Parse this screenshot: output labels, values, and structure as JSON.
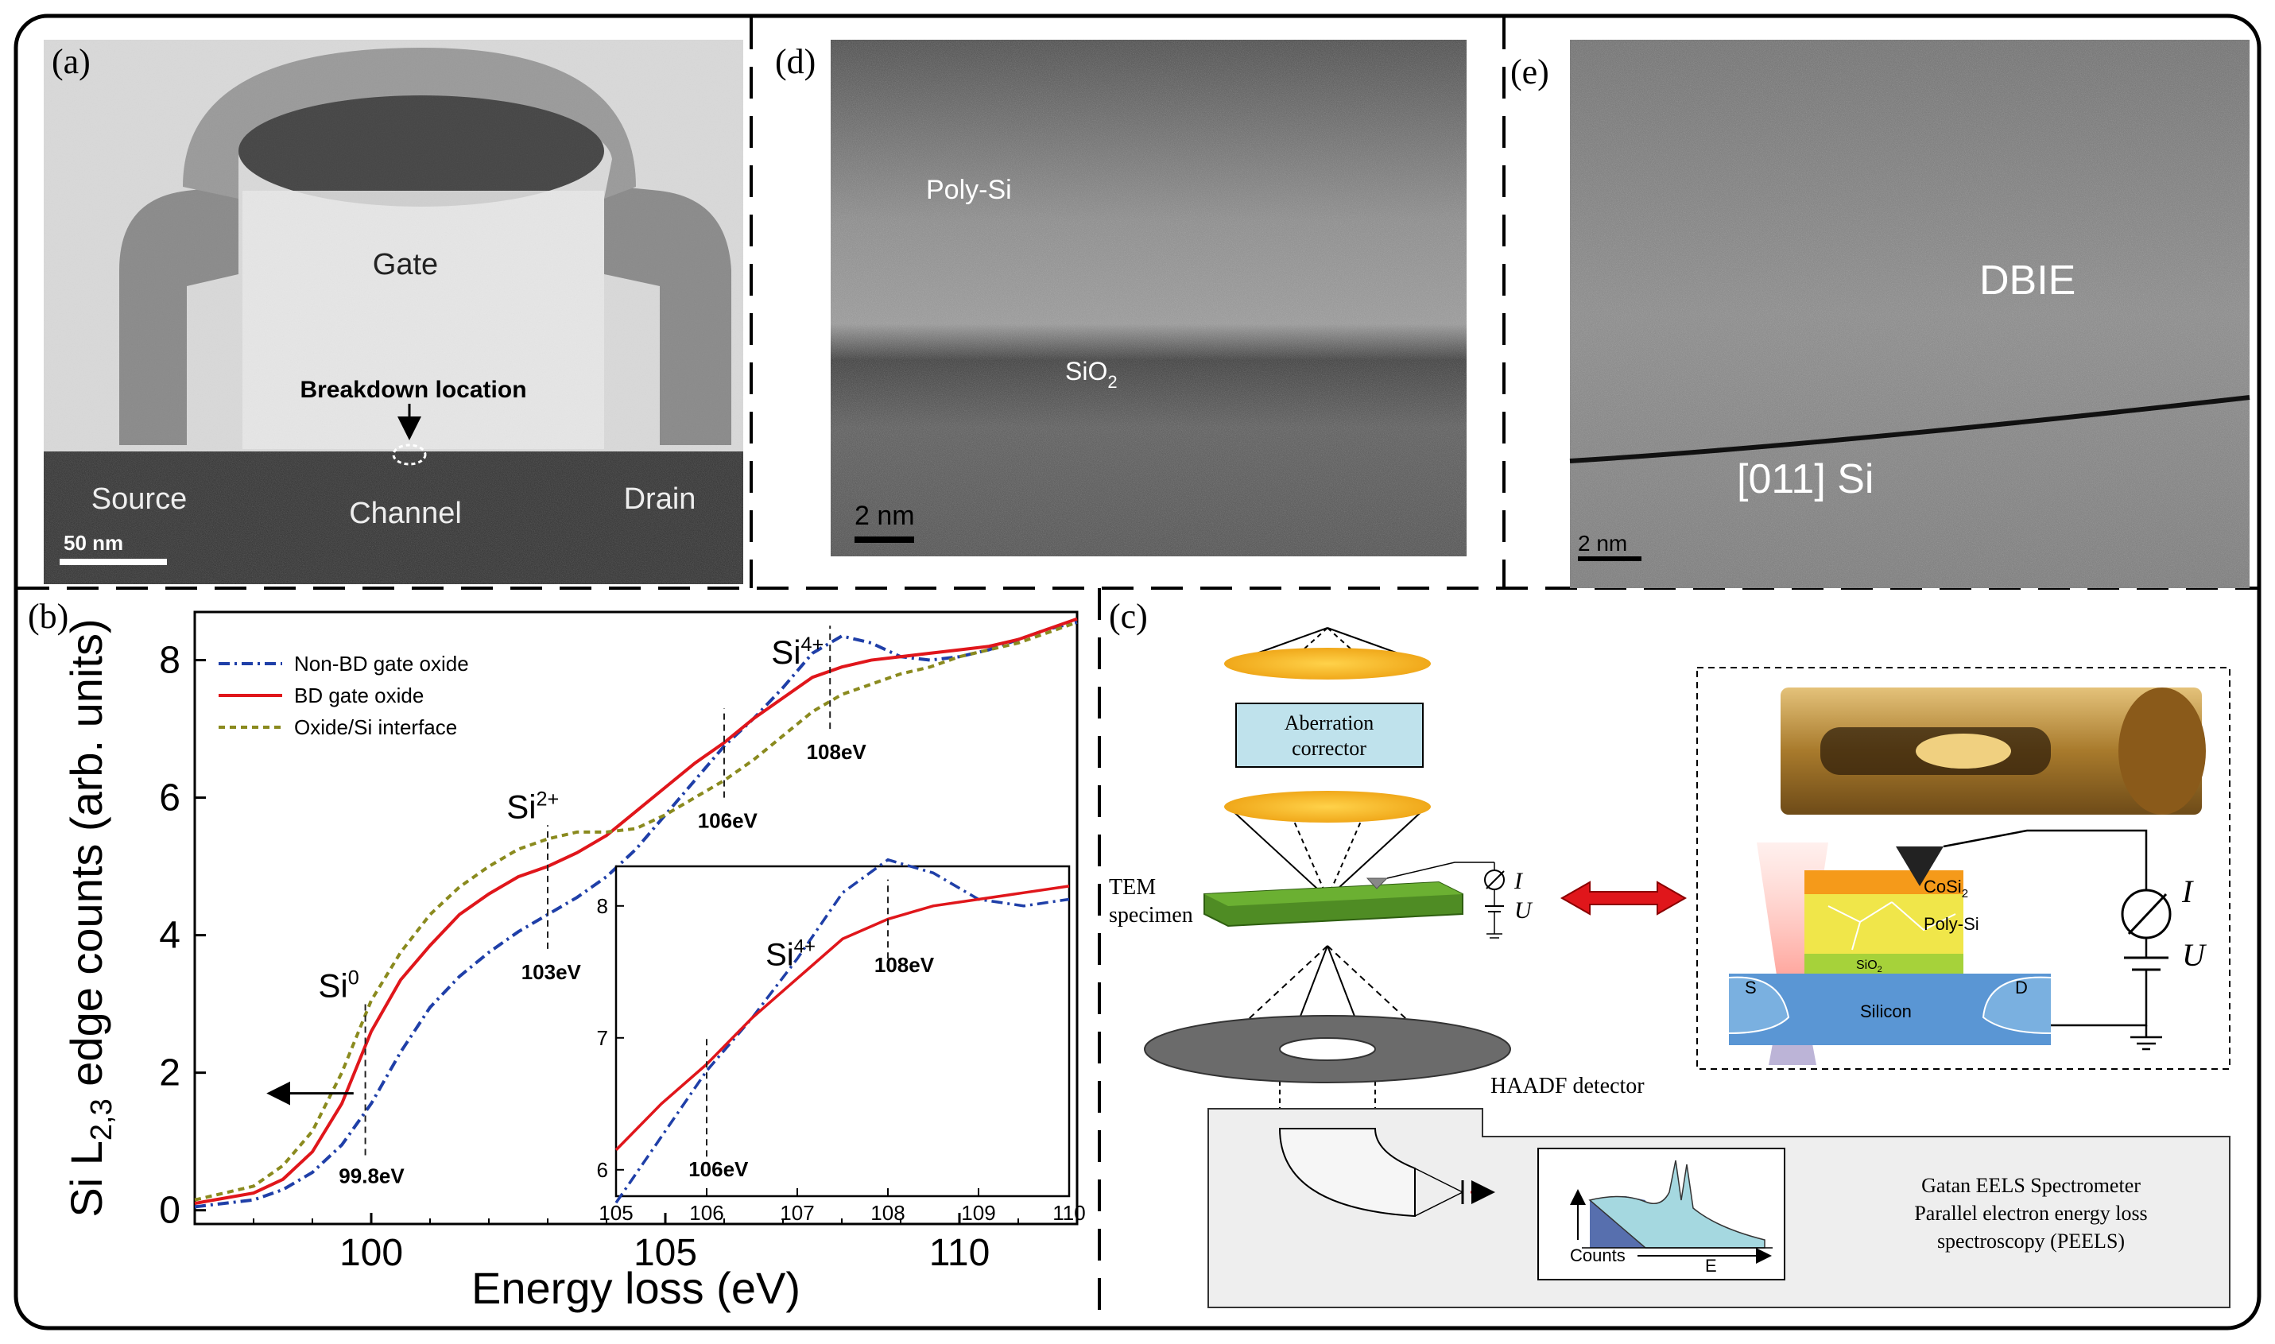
{
  "panels": {
    "a": {
      "letter": "(a)",
      "gate": "Gate",
      "breakdown": "Breakdown location",
      "source": "Source",
      "channel": "Channel",
      "drain": "Drain",
      "scale": "50 nm"
    },
    "d": {
      "letter": "(d)",
      "poly": "Poly-Si",
      "sio2_main": "SiO",
      "sio2_sub": "2",
      "scale": "2 nm"
    },
    "e": {
      "letter": "(e)",
      "dbie": "DBIE",
      "si": "[011] Si",
      "scale": "2 nm"
    },
    "b": {
      "letter": "(b)",
      "annotations": {
        "si0": "Si",
        "si0_sup": "0",
        "si2": "Si",
        "si2_sup": "2+",
        "si4": "Si",
        "si4_sup": "4+",
        "e998": "99.8eV",
        "e103": "103eV",
        "e106": "106eV",
        "e108": "108eV",
        "inset_si4": "Si",
        "inset_si4_sup": "4+",
        "inset_e106": "106eV",
        "inset_e108": "108eV"
      }
    },
    "c": {
      "letter": "(c)",
      "aberration": [
        "Aberration",
        "corrector"
      ],
      "tem": [
        "TEM",
        "specimen"
      ],
      "haadf": "HAADF detector",
      "gatan": [
        "Gatan EELS Spectrometer",
        "Parallel electron energy loss",
        "spectroscopy (PEELS)"
      ],
      "counts": "Counts",
      "e_axis": "E",
      "iu_i": "I",
      "iu_u": "U",
      "cosi2_main": "CoSi",
      "cosi2_sub": "2",
      "polysi": "Poly-Si",
      "sio2_main": "SiO",
      "sio2_sub": "2",
      "s": "S",
      "d": "D",
      "silicon": "Silicon",
      "big_i": "I",
      "big_u": "U"
    }
  },
  "chart_data": {
    "type": "line",
    "xlabel_main": "Energy loss (eV)",
    "ylabel_pre": "Si L",
    "ylabel_sub": "2,3",
    "ylabel_post": " edge counts (arb. units)",
    "xlim": [
      97,
      112
    ],
    "ylim": [
      -0.2,
      8.7
    ],
    "xticks": [
      100,
      105,
      110
    ],
    "yticks": [
      0,
      2,
      4,
      6,
      8
    ],
    "legend_position": "top-left",
    "series": [
      {
        "name": "Non-BD gate oxide",
        "color": "#1f3fa8",
        "style": "dashdot",
        "x": [
          97,
          98,
          98.5,
          99,
          99.5,
          100,
          100.5,
          101,
          101.5,
          102,
          102.5,
          103,
          103.5,
          104,
          104.5,
          105,
          105.5,
          106,
          106.5,
          107,
          107.5,
          108,
          108.5,
          109,
          109.5,
          110,
          110.5,
          111,
          111.5,
          112
        ],
        "y": [
          0.05,
          0.15,
          0.3,
          0.55,
          0.95,
          1.55,
          2.3,
          2.95,
          3.4,
          3.75,
          4.05,
          4.3,
          4.55,
          4.85,
          5.25,
          5.75,
          6.25,
          6.75,
          7.15,
          7.6,
          8.1,
          8.35,
          8.25,
          8.05,
          8.0,
          8.05,
          8.15,
          8.3,
          8.45,
          8.55
        ]
      },
      {
        "name": "BD gate oxide",
        "color": "#e0161b",
        "style": "solid",
        "x": [
          97,
          98,
          98.5,
          99,
          99.5,
          100,
          100.5,
          101,
          101.5,
          102,
          102.5,
          103,
          103.5,
          104,
          104.5,
          105,
          105.5,
          106,
          106.5,
          107,
          107.5,
          108,
          108.5,
          109,
          109.5,
          110,
          110.5,
          111,
          111.5,
          112
        ],
        "y": [
          0.1,
          0.25,
          0.45,
          0.85,
          1.55,
          2.6,
          3.35,
          3.85,
          4.3,
          4.6,
          4.85,
          5.0,
          5.2,
          5.45,
          5.8,
          6.15,
          6.5,
          6.8,
          7.15,
          7.45,
          7.75,
          7.9,
          8.0,
          8.05,
          8.1,
          8.15,
          8.2,
          8.3,
          8.45,
          8.6
        ]
      },
      {
        "name": "Oxide/Si interface",
        "color": "#8a8a1e",
        "style": "dashed",
        "x": [
          97,
          98,
          98.5,
          99,
          99.5,
          100,
          100.5,
          101,
          101.5,
          102,
          102.5,
          103,
          103.5,
          104,
          104.5,
          105,
          105.5,
          106,
          106.5,
          107,
          107.5,
          108,
          108.5,
          109,
          109.5,
          110,
          110.5,
          111,
          111.5,
          112
        ],
        "y": [
          0.15,
          0.35,
          0.65,
          1.15,
          2.0,
          3.05,
          3.75,
          4.3,
          4.7,
          5.0,
          5.25,
          5.4,
          5.5,
          5.5,
          5.55,
          5.75,
          6.0,
          6.25,
          6.55,
          6.9,
          7.25,
          7.5,
          7.65,
          7.8,
          7.9,
          8.05,
          8.15,
          8.25,
          8.4,
          8.55
        ]
      }
    ],
    "inset": {
      "xlim": [
        105,
        110
      ],
      "ylim": [
        5.8,
        8.3
      ],
      "xticks": [
        105,
        106,
        107,
        108,
        109,
        110
      ],
      "yticks": [
        6,
        7,
        8
      ]
    }
  }
}
